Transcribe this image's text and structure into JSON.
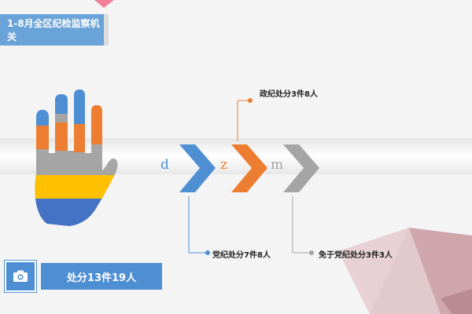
{
  "title": "1-8月全区纪检监察机关",
  "summary": "处分13件19人",
  "icons": {
    "summary": "camera-icon",
    "hand": "hand-icon"
  },
  "steps": [
    {
      "letter": "d",
      "color": "#4e8fd4",
      "annotation": "党纪处分7件8人"
    },
    {
      "letter": "z",
      "color": "#ed7d31",
      "annotation": "政纪处分3件8人"
    },
    {
      "letter": "m",
      "color": "#a5a5a5",
      "annotation": "免于党纪处分3件3人"
    }
  ],
  "colors": {
    "blue": "#4e8fd4",
    "orange": "#ed7d31",
    "gray": "#a5a5a5",
    "yellow": "#ffc000",
    "deep_blue": "#4472c4"
  }
}
